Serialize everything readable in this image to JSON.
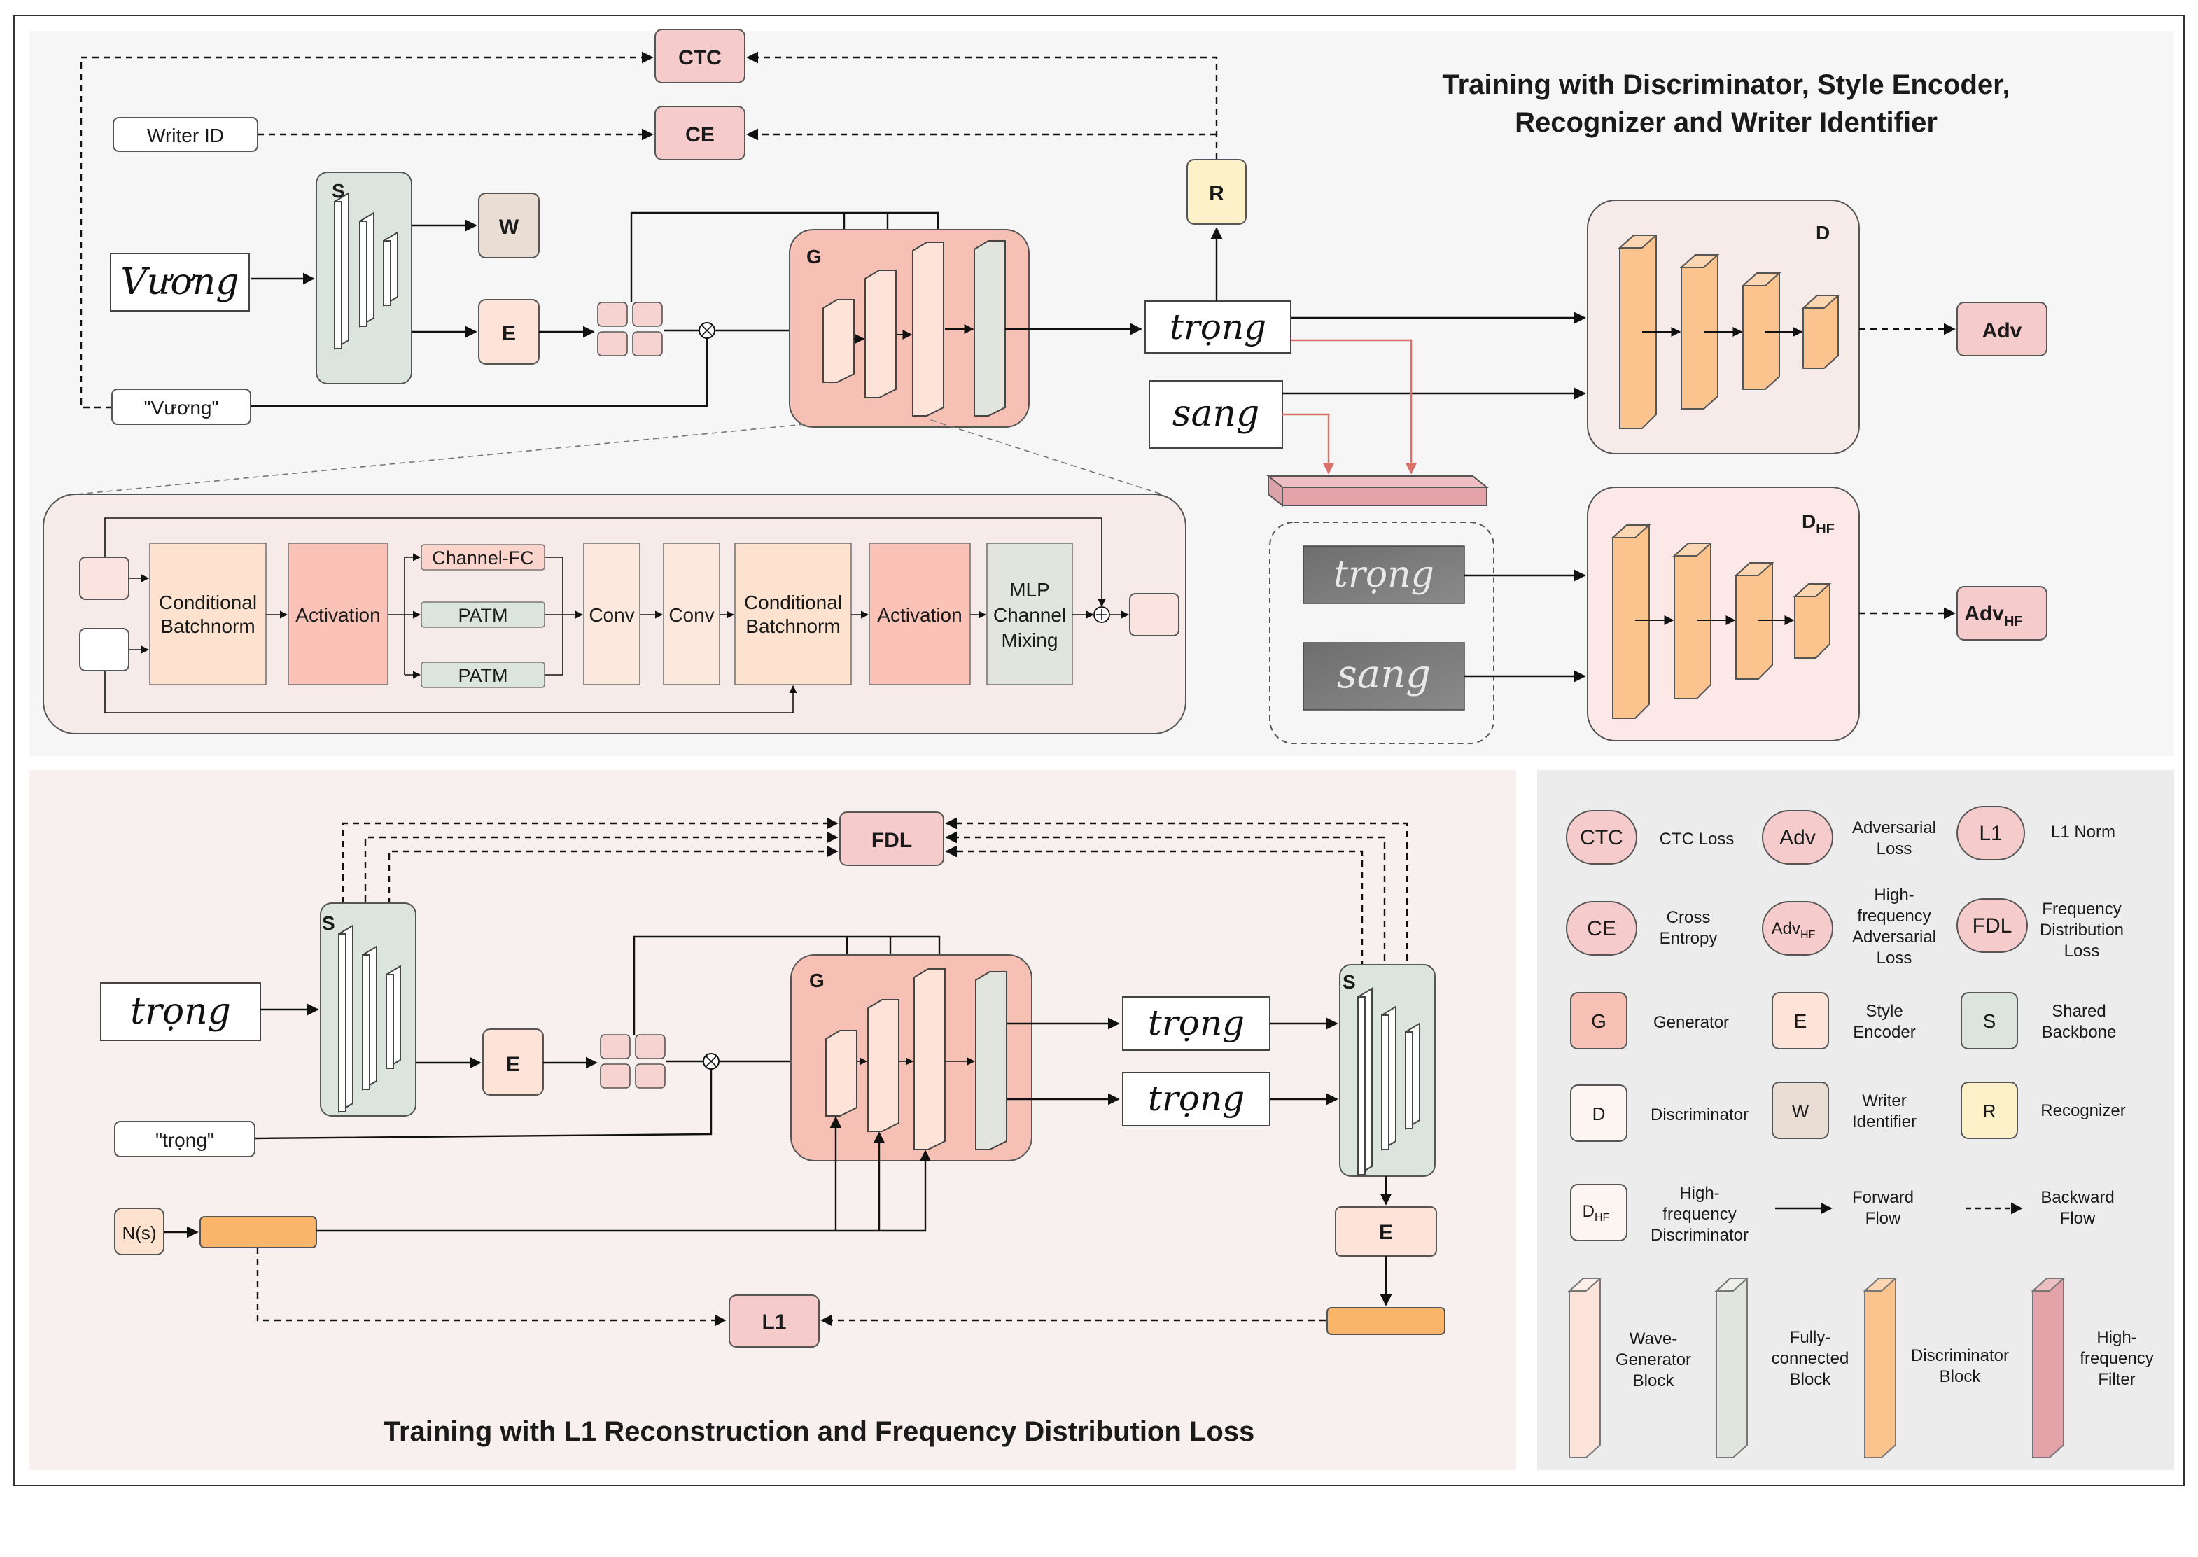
{
  "top_panel": {
    "title_line1": "Training with Discriminator, Style Encoder,",
    "title_line2": "Recognizer and Writer Identifier"
  },
  "bottom_panel": {
    "title": "Training with L1 Reconstruction and Frequency Distribution Loss"
  },
  "nodes": {
    "ctc": "CTC",
    "ce": "CE",
    "writer_id": "Writer ID",
    "s": "S",
    "w": "W",
    "e": "E",
    "g": "G",
    "r": "R",
    "d": "D",
    "d_hf_main": "D",
    "d_hf_sub": "HF",
    "adv": "Adv",
    "adv_hf_main": "Adv",
    "adv_hf_sub": "HF",
    "text_input_top": "\"Vương\"",
    "fdl": "FDL",
    "l1": "L1",
    "ns": "N(s)",
    "text_input_bottom": "\"trọng\""
  },
  "handwriting": {
    "input_top": "Vương",
    "gen_top": "trọng",
    "real_top": "sang",
    "hf_top": "trọng",
    "hf_bottom": "sang",
    "input_bottom": "trọng",
    "gen_bottom_1": "trọng",
    "gen_bottom_2": "trọng"
  },
  "generator_block": {
    "cbn_left_1": "Conditional",
    "cbn_left_2": "Batchnorm",
    "act_left": "Activation",
    "channel_fc": "Channel-FC",
    "patm_1": "PATM",
    "patm_2": "PATM",
    "conv_1": "Conv",
    "conv_2": "Conv",
    "cbn_right_1": "Conditional",
    "cbn_right_2": "Batchnorm",
    "act_right": "Activation",
    "mlp_1": "MLP",
    "mlp_2": "Channel",
    "mlp_3": "Mixing"
  },
  "legend": {
    "ctc_sym": "CTC",
    "ctc_lab": [
      "CTC Loss"
    ],
    "adv_sym": "Adv",
    "adv_lab": [
      "Adversarial",
      "Loss"
    ],
    "l1_sym": "L1",
    "l1_lab": [
      "L1 Norm"
    ],
    "ce_sym": "CE",
    "ce_lab": [
      "Cross",
      "Entropy"
    ],
    "advhf_sym": "Adv",
    "advhf_sub": "HF",
    "advhf_lab": [
      "High-",
      "frequency",
      "Adversarial",
      "Loss"
    ],
    "fdl_sym": "FDL",
    "fdl_lab": [
      "Frequency",
      "Distribution",
      "Loss"
    ],
    "g_sym": "G",
    "g_lab": [
      "Generator"
    ],
    "e_sym": "E",
    "e_lab": [
      "Style",
      "Encoder"
    ],
    "s_sym": "S",
    "s_lab": [
      "Shared",
      "Backbone"
    ],
    "d_sym": "D",
    "d_lab": [
      "Discriminator"
    ],
    "w_sym": "W",
    "w_lab": [
      "Writer",
      "Identifier"
    ],
    "r_sym": "R",
    "r_lab": [
      "Recognizer"
    ],
    "dhf_sym": "D",
    "dhf_sub": "HF",
    "dhf_lab": [
      "High-",
      "frequency",
      "Discriminator"
    ],
    "fwd_lab": [
      "Forward",
      "Flow"
    ],
    "bwd_lab": [
      "Backward",
      "Flow"
    ],
    "wave_lab": [
      "Wave-",
      "Generator",
      "Block"
    ],
    "fc_lab": [
      "Fully-",
      "connected",
      "Block"
    ],
    "disc_lab": [
      "Discriminator",
      "Block"
    ],
    "hff_lab": [
      "High-",
      "frequency",
      "Filter"
    ]
  },
  "colors": {
    "loss_pink": "#f6cbcb",
    "generator": "#f6c0b5",
    "style_encoder": "#fde3d8",
    "shared_backbone": "#dbe5dd",
    "writer_identifier": "#e9ddd4",
    "recognizer": "#fdf1c9",
    "disc_block": "#fbc38e",
    "hf_filter": "#e3a3a8",
    "fc_block": "#e2e4de",
    "wave_block": "#fbe3d9"
  }
}
